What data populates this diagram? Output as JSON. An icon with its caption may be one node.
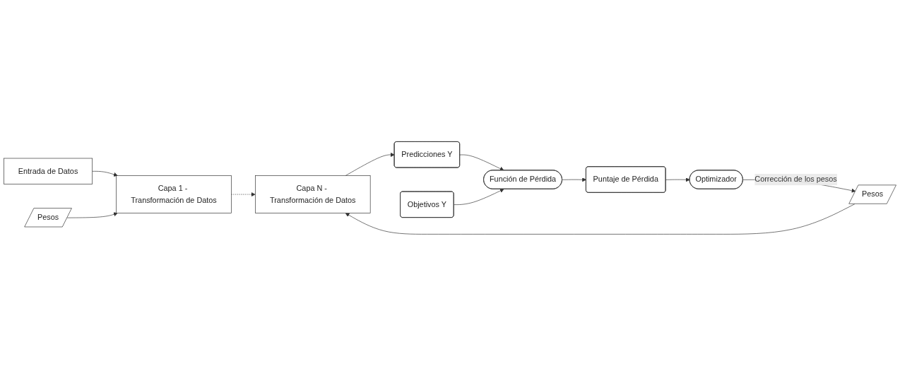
{
  "diagram": {
    "nodes": [
      {
        "text": [
          "Entrada de Datos"
        ]
      },
      {
        "text": [
          "Capa 1 - Transformación de Datos"
        ]
      },
      {
        "text": [
          "Pesos"
        ]
      },
      {
        "text": [
          "Capa N - Transformación de Datos"
        ]
      },
      {
        "text": [
          "Pesos"
        ]
      },
      {
        "text": [
          "Predicciones Y"
        ]
      },
      {
        "text": [
          "Función de Pérdida"
        ]
      },
      {
        "text": [
          "Objetivos Y"
        ]
      },
      {
        "text": [
          "Puntaje de Pérdida"
        ]
      },
      {
        "text": [
          "Optimizador"
        ]
      }
    ],
    "edges": [
      {
        "from": 0,
        "to": 1,
        "arrow": "to"
      },
      {
        "from": 1,
        "to": 3,
        "arrow": "to",
        "style": "dashed"
      },
      {
        "from": 2,
        "to": 1,
        "arrow": "to"
      },
      {
        "from": 4,
        "to": 3,
        "arrow": "to"
      },
      {
        "from": 3,
        "to": 5,
        "arrow": "to"
      },
      {
        "from": 5,
        "to": 6,
        "arrow": "to"
      },
      {
        "from": 7,
        "to": 6,
        "arrow": "to"
      },
      {
        "from": 6,
        "to": 8,
        "arrow": "to"
      },
      {
        "from": 8,
        "to": 9,
        "arrow": "to"
      },
      {
        "from": 9,
        "to": 4,
        "arrow": "to",
        "label": "Corrección de los pesos"
      }
    ]
  }
}
